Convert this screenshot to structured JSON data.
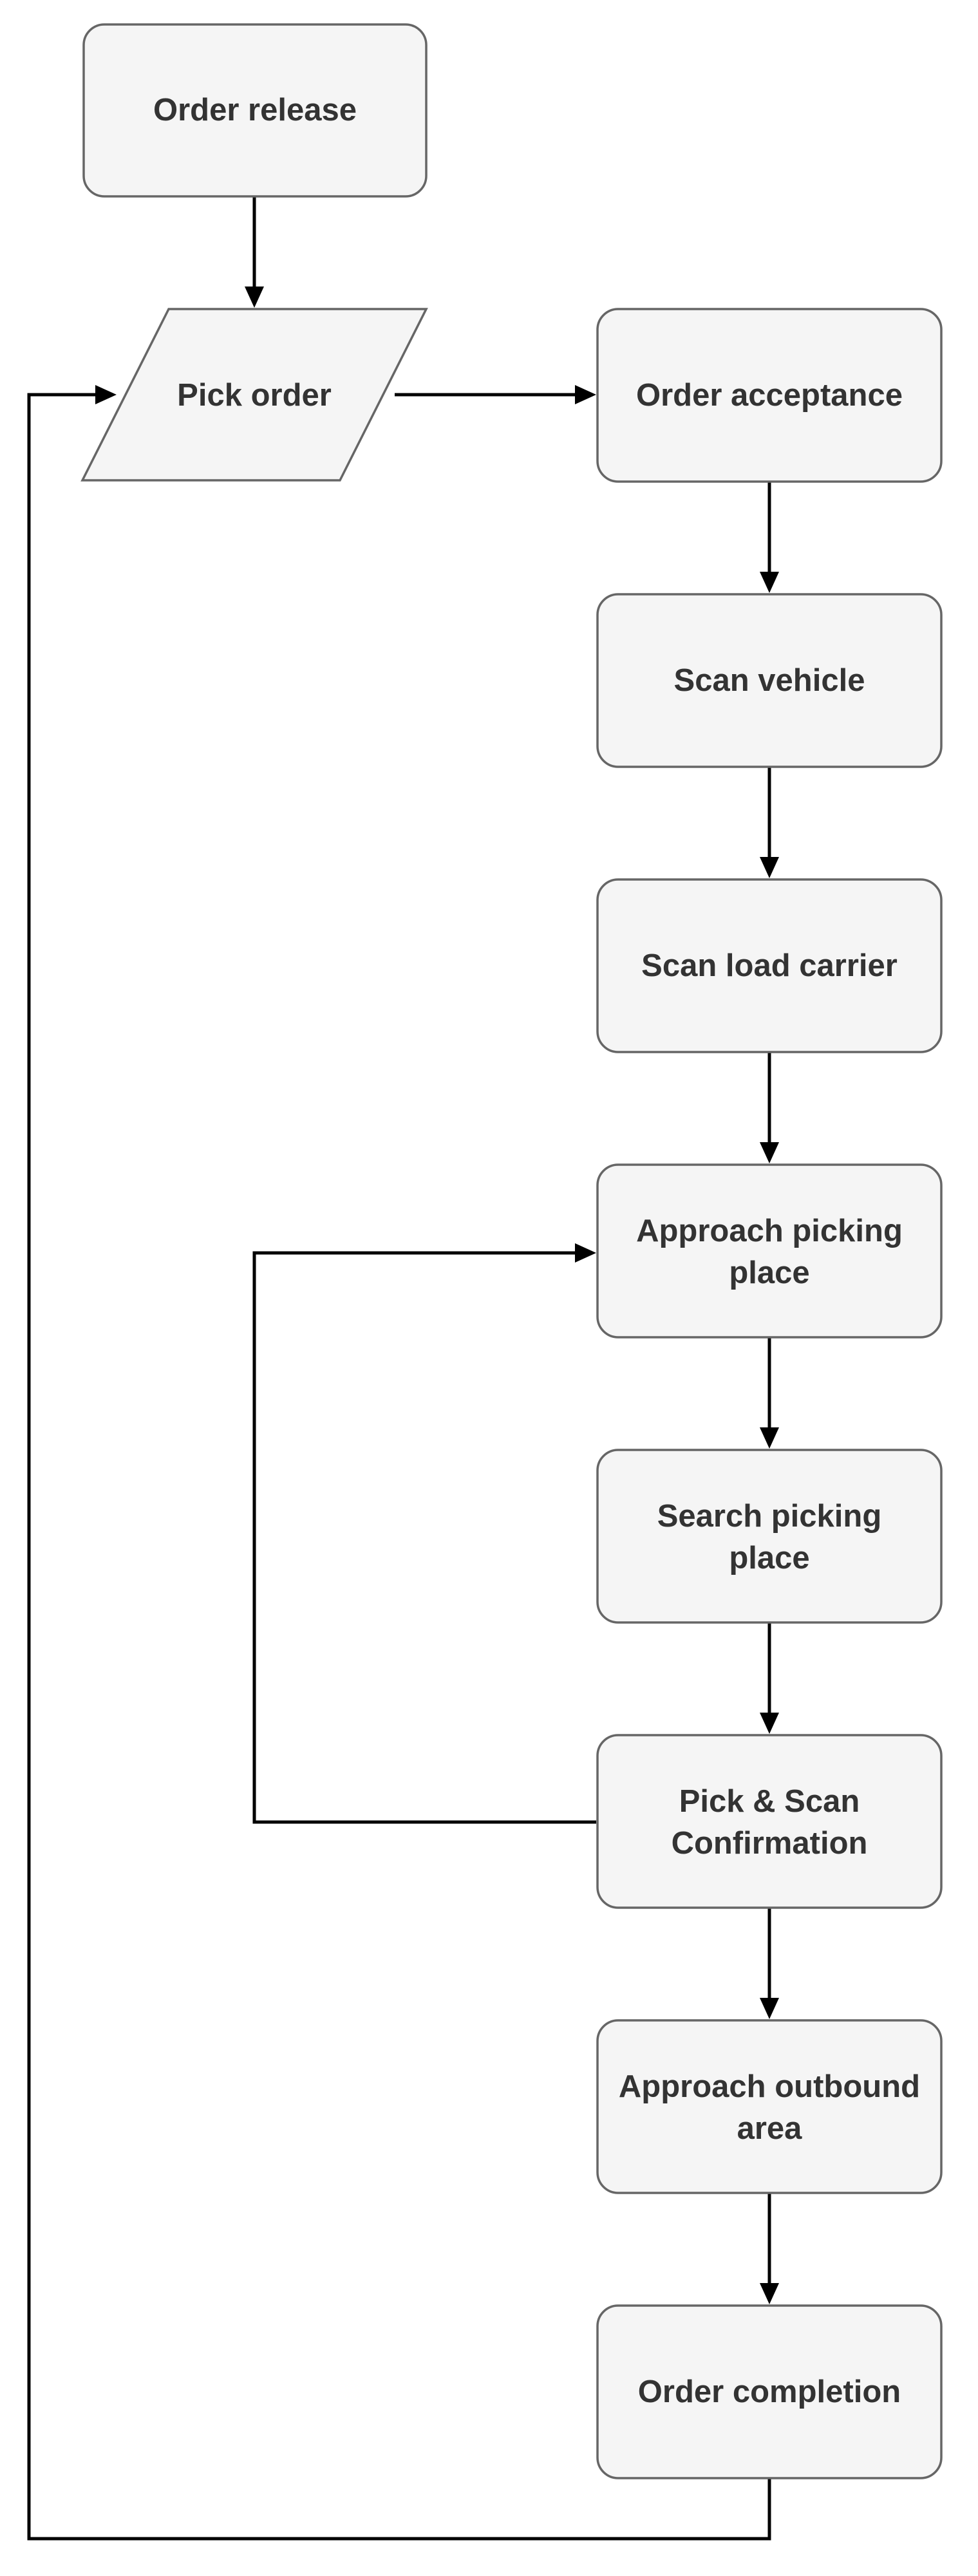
{
  "diagram": {
    "nodes": [
      {
        "id": "order-release",
        "shape": "rounded-rect",
        "lines": [
          "Order release"
        ]
      },
      {
        "id": "pick-order",
        "shape": "parallelogram",
        "lines": [
          "Pick order"
        ]
      },
      {
        "id": "order-acceptance",
        "shape": "rounded-rect",
        "lines": [
          "Order acceptance"
        ]
      },
      {
        "id": "scan-vehicle",
        "shape": "rounded-rect",
        "lines": [
          "Scan vehicle"
        ]
      },
      {
        "id": "scan-load-carrier",
        "shape": "rounded-rect",
        "lines": [
          "Scan load carrier"
        ]
      },
      {
        "id": "approach-picking-place",
        "shape": "rounded-rect",
        "lines": [
          "Approach picking",
          "place"
        ]
      },
      {
        "id": "search-picking-place",
        "shape": "rounded-rect",
        "lines": [
          "Search picking",
          "place"
        ]
      },
      {
        "id": "pick-scan-confirmation",
        "shape": "rounded-rect",
        "lines": [
          "Pick & Scan",
          "Confirmation"
        ]
      },
      {
        "id": "approach-outbound-area",
        "shape": "rounded-rect",
        "lines": [
          "Approach outbound",
          "area"
        ]
      },
      {
        "id": "order-completion",
        "shape": "rounded-rect",
        "lines": [
          "Order completion"
        ]
      }
    ],
    "edges": [
      {
        "from": "order-release",
        "to": "pick-order"
      },
      {
        "from": "pick-order",
        "to": "order-acceptance"
      },
      {
        "from": "order-acceptance",
        "to": "scan-vehicle"
      },
      {
        "from": "scan-vehicle",
        "to": "scan-load-carrier"
      },
      {
        "from": "scan-load-carrier",
        "to": "approach-picking-place"
      },
      {
        "from": "approach-picking-place",
        "to": "search-picking-place"
      },
      {
        "from": "search-picking-place",
        "to": "pick-scan-confirmation"
      },
      {
        "from": "pick-scan-confirmation",
        "to": "approach-picking-place",
        "type": "loop"
      },
      {
        "from": "pick-scan-confirmation",
        "to": "approach-outbound-area"
      },
      {
        "from": "approach-outbound-area",
        "to": "order-completion"
      },
      {
        "from": "order-completion",
        "to": "pick-order",
        "type": "loop"
      }
    ]
  }
}
